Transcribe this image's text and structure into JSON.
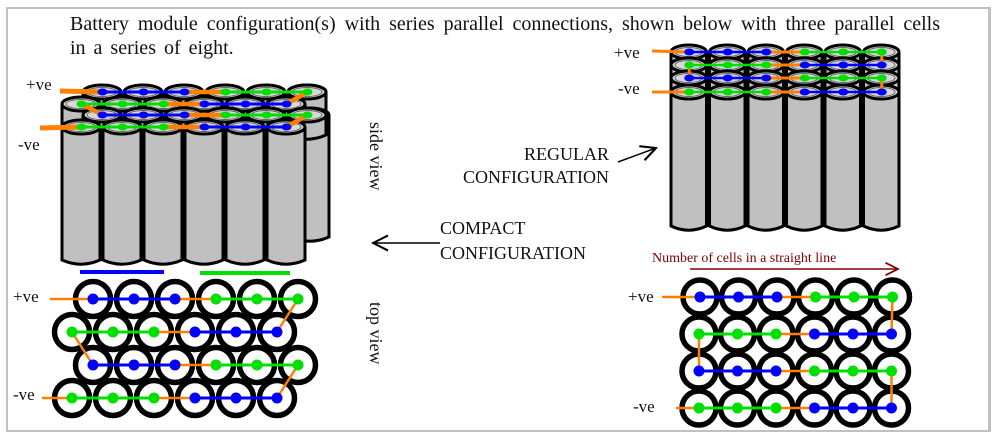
{
  "caption": "Battery module configuration(s) with series parallel connections, shown below with three parallel cells in a series of eight.",
  "labels": {
    "pos": "+ve",
    "neg": "-ve",
    "side_view": "side view",
    "top_view": "top view",
    "regular_line1": "REGULAR",
    "regular_line2": "CONFIGURATION",
    "compact_line1": "COMPACT",
    "compact_line2": "CONFIGURATION",
    "cells_in_line": "Number of cells in a straight line"
  },
  "config": {
    "parallel_cells_per_group": 3,
    "series_groups": 8,
    "cells_per_row": 6,
    "rows": 4
  },
  "colors": {
    "cell_body": "#c0c0c0",
    "cell_outline": "#000000",
    "group_a": "#0000ff",
    "group_b": "#00e000",
    "series_link": "#ff8000",
    "caption_text": "#111111",
    "annotation_text": "#800000",
    "frame": "#c0c0c0"
  },
  "compact_top_rows": [
    {
      "row": 1,
      "groups": [
        "blue",
        "blue",
        "blue",
        "green",
        "green",
        "green"
      ]
    },
    {
      "row": 2,
      "groups": [
        "green",
        "green",
        "green",
        "blue",
        "blue",
        "blue"
      ]
    },
    {
      "row": 3,
      "groups": [
        "blue",
        "blue",
        "blue",
        "green",
        "green",
        "green"
      ]
    },
    {
      "row": 4,
      "groups": [
        "green",
        "green",
        "green",
        "blue",
        "blue",
        "blue"
      ]
    }
  ],
  "regular_top_rows": [
    {
      "row": 1,
      "groups": [
        "blue",
        "blue",
        "blue",
        "green",
        "green",
        "green"
      ]
    },
    {
      "row": 2,
      "groups": [
        "green",
        "green",
        "green",
        "blue",
        "blue",
        "blue"
      ]
    },
    {
      "row": 3,
      "groups": [
        "blue",
        "blue",
        "blue",
        "green",
        "green",
        "green"
      ]
    },
    {
      "row": 4,
      "groups": [
        "green",
        "green",
        "green",
        "blue",
        "blue",
        "blue"
      ]
    }
  ]
}
